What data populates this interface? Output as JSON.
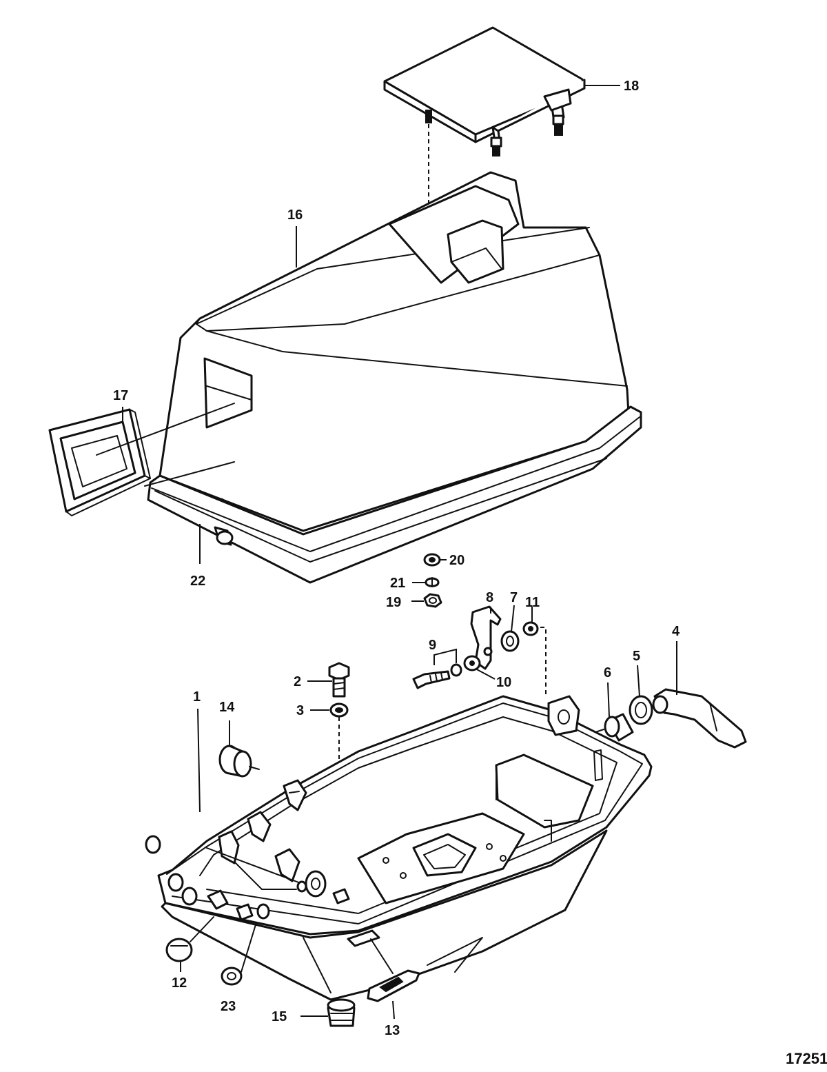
{
  "callouts": {
    "c1": "1",
    "c2": "2",
    "c3": "3",
    "c4": "4",
    "c5": "5",
    "c6": "6",
    "c7": "7",
    "c8": "8",
    "c9": "9",
    "c10": "10",
    "c11": "11",
    "c12": "12",
    "c13": "13",
    "c14": "14",
    "c15": "15",
    "c16": "16",
    "c17": "17",
    "c18": "18",
    "c19": "19",
    "c20": "20",
    "c21": "21",
    "c22": "22",
    "c23": "23"
  },
  "figure_ref": "17251"
}
